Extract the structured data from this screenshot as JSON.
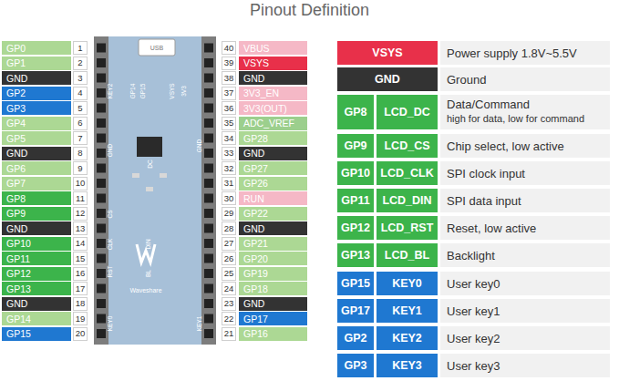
{
  "diagram": {
    "title": "Pinout Definition",
    "nodes": [
      {
        "text": [
          "GP0"
        ]
      },
      {
        "text": [
          "GP1"
        ]
      },
      {
        "text": [
          "GND"
        ]
      },
      {
        "text": [
          "GP2"
        ]
      },
      {
        "text": [
          "GP3"
        ]
      },
      {
        "text": [
          "GP4"
        ]
      },
      {
        "text": [
          "GP5"
        ]
      },
      {
        "text": [
          "GND"
        ]
      },
      {
        "text": [
          "GP6"
        ]
      },
      {
        "text": [
          "GP7"
        ]
      },
      {
        "text": [
          "GP8"
        ]
      },
      {
        "text": [
          "GP9"
        ]
      },
      {
        "text": [
          "GND"
        ]
      },
      {
        "text": [
          "GP10"
        ]
      },
      {
        "text": [
          "GP11"
        ]
      },
      {
        "text": [
          "GP12"
        ]
      },
      {
        "text": [
          "GP13"
        ]
      },
      {
        "text": [
          "GND"
        ]
      },
      {
        "text": [
          "GP14"
        ]
      },
      {
        "text": [
          "GP15"
        ]
      },
      {
        "text": [
          "VBUS"
        ]
      },
      {
        "text": [
          "VSYS"
        ]
      },
      {
        "text": [
          "GND"
        ]
      },
      {
        "text": [
          "3V3_EN"
        ]
      },
      {
        "text": [
          "3V3(OUT)"
        ]
      },
      {
        "text": [
          "ADC_VREF"
        ]
      },
      {
        "text": [
          "GP28"
        ]
      },
      {
        "text": [
          "GND"
        ]
      },
      {
        "text": [
          "GP27"
        ]
      },
      {
        "text": [
          "GP26"
        ]
      },
      {
        "text": [
          "RUN"
        ]
      },
      {
        "text": [
          "GP22"
        ]
      },
      {
        "text": [
          "GND"
        ]
      },
      {
        "text": [
          "GP21"
        ]
      },
      {
        "text": [
          "GP20"
        ]
      },
      {
        "text": [
          "GP19"
        ]
      },
      {
        "text": [
          "GP18"
        ]
      },
      {
        "text": [
          "GND"
        ]
      },
      {
        "text": [
          "GP17"
        ]
      },
      {
        "text": [
          "GP16"
        ]
      },
      {
        "text": [
          "VSYS",
          "Power supply 1.8V~5.5V"
        ]
      },
      {
        "text": [
          "GND",
          "Ground"
        ]
      },
      {
        "text": [
          "GP8",
          "LCD_DC",
          "Data/Command",
          "high for data, low for command"
        ]
      },
      {
        "text": [
          "GP9",
          "LCD_CS",
          "Chip select, low active"
        ]
      },
      {
        "text": [
          "GP10",
          "LCD_CLK",
          "SPI clock input"
        ]
      },
      {
        "text": [
          "GP11",
          "LCD_DIN",
          "SPI data input"
        ]
      },
      {
        "text": [
          "GP12",
          "LCD_RST",
          "Reset, low active"
        ]
      },
      {
        "text": [
          "GP13",
          "LCD_BL",
          "Backlight"
        ]
      },
      {
        "text": [
          "GP15",
          "KEY0",
          "User key0"
        ]
      },
      {
        "text": [
          "GP17",
          "KEY1",
          "User key1"
        ]
      },
      {
        "text": [
          "GP2",
          "KEY2",
          "User key2"
        ]
      },
      {
        "text": [
          "GP3",
          "KEY3",
          "User key3"
        ]
      }
    ],
    "labels": [
      "1",
      "2",
      "3",
      "4",
      "5",
      "6",
      "7",
      "8",
      "9",
      "10",
      "11",
      "12",
      "13",
      "14",
      "15",
      "16",
      "17",
      "18",
      "19",
      "20",
      "40",
      "39",
      "38",
      "37",
      "36",
      "35",
      "34",
      "33",
      "32",
      "31",
      "30",
      "29",
      "28",
      "27",
      "26",
      "25",
      "24",
      "23",
      "22",
      "21",
      "USB",
      "KEY2",
      "GP14",
      "GP15",
      "VSYS",
      "3V3",
      "GND",
      "DC",
      "CS",
      "CLK",
      "DIN",
      "RST",
      "BL",
      "KEY0",
      "GND",
      "KEY1",
      "Waveshare"
    ]
  }
}
